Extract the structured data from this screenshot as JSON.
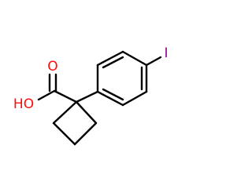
{
  "atom_labels": {
    "iodine": "I",
    "carbonyl_oxygen": "O",
    "hydroxyl": "HO"
  },
  "colors": {
    "bond": "#000000",
    "oxygen": "#ff0d0d",
    "iodine": "#940094",
    "background": "#ffffff"
  }
}
